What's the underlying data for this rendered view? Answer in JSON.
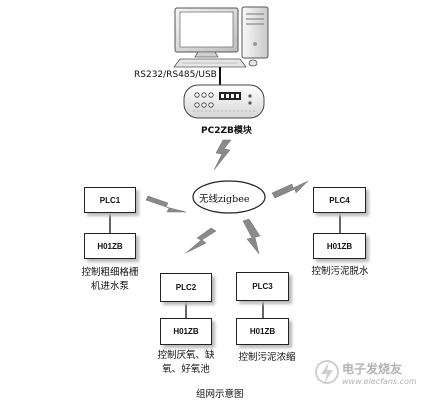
{
  "diagram": {
    "interface_label": "RS232/RS485/USB",
    "module_label": "PC2ZB模块",
    "wireless_label": "无线zigbee",
    "caption": "组网示意图",
    "nodes": [
      {
        "plc": "PLC1",
        "radio": "H01ZB",
        "desc_line1": "控制粗细格栅",
        "desc_line2": "机进水泵"
      },
      {
        "plc": "PLC2",
        "radio": "H01ZB",
        "desc_line1": "控制厌氧、缺",
        "desc_line2": "氧、好氧池"
      },
      {
        "plc": "PLC3",
        "radio": "H01ZB",
        "desc_line1": "控制污泥浓缩",
        "desc_line2": ""
      },
      {
        "plc": "PLC4",
        "radio": "H01ZB",
        "desc_line1": "控制污泥脱水",
        "desc_line2": ""
      }
    ],
    "watermark": {
      "line1": "电子发烧友",
      "line2": "www.elecfans.com"
    }
  }
}
